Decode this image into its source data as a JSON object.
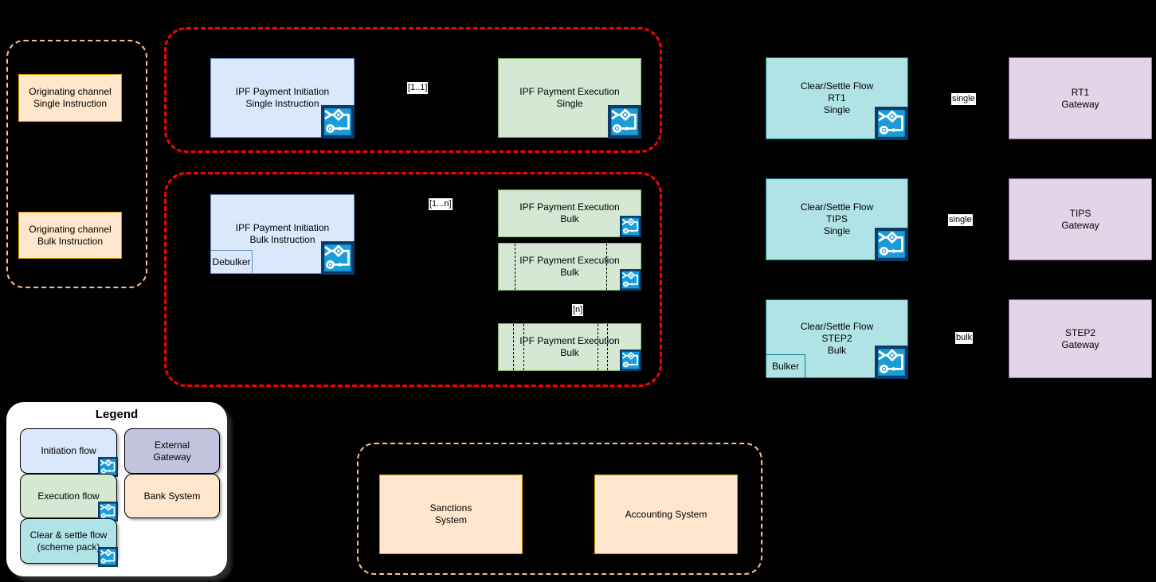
{
  "colors": {
    "background": "#000000",
    "initiation_fill": "#dae8fc",
    "initiation_stroke": "#6c8ebf",
    "execution_fill": "#d5e8d4",
    "execution_stroke": "#82b366",
    "clear_settle_fill": "#b0e3e6",
    "clear_settle_stroke": "#0e8088",
    "bank_fill": "#ffe6cc",
    "bank_stroke": "#d79b00",
    "gateway_fill": "#e1d5e7",
    "gateway_stroke": "#9673a6",
    "external_gateway_fill": "#c3c3e0",
    "external_gateway_stroke": "#56517e",
    "flow_group_stroke": "#ff0000",
    "channel_group_stroke": "#ffc18a",
    "icon_fill": "#189dd9",
    "icon_border": "#0c3b67"
  },
  "nodes": {
    "orig_single": {
      "l1": "Originating channel",
      "l2": "Single Instruction"
    },
    "orig_bulk": {
      "l1": "Originating channel",
      "l2": "Bulk Instruction"
    },
    "init_single": {
      "l1": "IPF Payment Initiation",
      "l2": "Single Instruction"
    },
    "exec_single": {
      "l1": "IPF Payment Execution",
      "l2": "Single"
    },
    "init_bulk": {
      "l1": "IPF Payment Initiation",
      "l2": "Bulk Instruction",
      "sub": "Debulker"
    },
    "exec_bulk": {
      "l1": "IPF Payment Execution",
      "l2": "Bulk"
    },
    "cs_rt1": {
      "l1": "Clear/Settle Flow",
      "l2": "RT1",
      "l3": "Single"
    },
    "gw_rt1": {
      "l1": "RT1",
      "l2": "Gateway"
    },
    "cs_tips": {
      "l1": "Clear/Settle Flow",
      "l2": "TIPS",
      "l3": "Single"
    },
    "gw_tips": {
      "l1": "TIPS",
      "l2": "Gateway"
    },
    "cs_step2": {
      "l1": "Clear/Settle Flow",
      "l2": "STEP2",
      "l3": "Bulk",
      "sub": "Bulker"
    },
    "gw_step2": {
      "l1": "STEP2",
      "l2": "Gateway"
    },
    "sanctions": {
      "l1": "Sanctions",
      "l2": "System"
    },
    "accounting": {
      "l1": "Accounting System"
    }
  },
  "edge_labels": {
    "single_instruction": "[1..1]",
    "bulk_instruction": "[1...n]",
    "bulk_instances": "[n]",
    "rt1": "single",
    "tips": "single",
    "step2": "bulk"
  },
  "legend": {
    "title": "Legend",
    "initiation": "Initiation flow",
    "external_l1": "External",
    "external_l2": "Gateway",
    "execution": "Execution flow",
    "bank": "Bank System",
    "clear_settle_l1": "Clear & settle flow",
    "clear_settle_l2": "(scheme pack)"
  }
}
